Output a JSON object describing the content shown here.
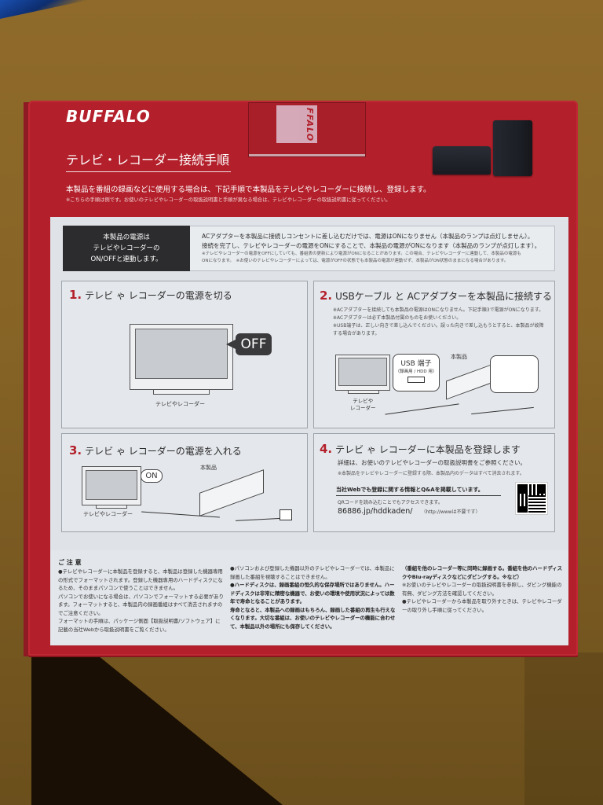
{
  "box": {
    "brand": "BUFFALO",
    "flap_tape_text": "FFALO",
    "title": "テレビ・レコーダー接続手順",
    "lead": "本製品を番組の録画などに使用する場合は、下記手順で本製品をテレビやレコーダーに接続し、登録します。",
    "lead_note": "※こちらの手順は例です。お使いのテレビやレコーダーの取扱説明書と手順が異なる場合は、テレビやレコーダーの取扱説明書に従ってください。"
  },
  "power_info": {
    "label_lines": [
      "本製品の電源は",
      "テレビやレコーダーの",
      "ON/OFFと連動します。"
    ],
    "text_lines": [
      "ACアダプターを本製品に接続しコンセントに差し込むだけでは、電源はONになりません（本製品のランプは点灯しません）。",
      "接続を完了し、テレビやレコーダーの電源をONにすることで、本製品の電源がONになります（本製品のランプが点灯します）。"
    ],
    "note_lines": [
      "※テレビやレコーダーの電源をOFFにしていても、番組表の更新により電源がONになることがあります。この場合、テレビやレコーダーに連動して、本製品の電源も",
      "ONになります。　※お使いのテレビやレコーダーによっては、電源がOFFの状態でも本製品の電源が連動せず、本製品がON状態のままになる場合があります。"
    ]
  },
  "steps": [
    {
      "num": "1.",
      "title": "テレビ ゃ レコーダーの電源を切る",
      "bubble": "OFF",
      "caption": "テレビやレコーダー"
    },
    {
      "num": "2.",
      "title": "USBケーブル と ACアダプターを本製品に接続する",
      "notes": [
        "※ACアダプターを接続しても本製品の電源はONになりません。下記手順3で電源がONになります。",
        "※ACアダプターは必ず本製品付属のものをお使いください。",
        "※USB端子は、正しい向きで差し込んでください。誤った向きで差し込もうとすると、本製品が故障する場合があります。"
      ],
      "usb_label": "USB 端子",
      "usb_sublabel": "（録画用 / HDD 用）",
      "product_label": "本製品",
      "tv_caption_lines": [
        "テレビや",
        "レコーダー"
      ]
    },
    {
      "num": "3.",
      "title": "テレビ ゃ レコーダーの電源を入れる",
      "bubble": "ON",
      "product_label": "本製品",
      "caption": "テレビやレコーダー"
    },
    {
      "num": "4.",
      "title": "テレビ ゃ レコーダーに本製品を登録します",
      "detail": "詳細は、お使いのテレビやレコーダーの取扱説明書をご参照ください。",
      "note": "※本製品をテレビやレコーダーに登録する際、本製品内のデータはすべて消去されます。",
      "web_heading": "当社Webでも登録に関する情報とQ&Aを掲載しています。",
      "qr_note": "QRコードを読み込むことでもアクセスできます。",
      "url": "86886.jp/hddkaden/",
      "url_note": "（http://wwwは不要です）",
      "qr_icon": "qr-code"
    }
  ],
  "caution": {
    "heading": "ご 注 意",
    "col1": [
      "●テレビやレコーダーに本製品を登録すると、本製品は登録した機器専用の形式でフォーマットされます。登録した機器専用のハードディスクになるため、そのままパソコンで使うことはできません。",
      "パソコンでお使いになる場合は、パソコンでフォーマットする必要があります。フォーマットすると、本製品内の録画番組はすべて消去されますのでご注意ください。",
      "フォーマットの手順は、パッケージ側面【取扱説明書/ソフトウェア】に記載の当社Webから取扱説明書をご覧ください。"
    ],
    "col2": [
      "●パソコンおよび登録した機器以外のテレビやレコーダーでは、本製品に録画した番組を視聴することはできません。",
      "●ハードディスクは、録画番組の恒久的な保存場所ではありません。ハードディスクは非常に精密な機器で、お使いの環境や使用状況によっては数年で寿命となることがあります。",
      "寿命となると、本製品への録画はもちろん、録画した番組の再生も行えなくなります。大切な番組は、お使いのテレビやレコーダーの機能に合わせて、本製品以外の場所にも保存してください。"
    ],
    "col3": [
      "（番組を他のレコーダー等に同時に録画する。番組を他のハードディスクやBlu-rayディスクなどにダビングする。※など）",
      "※お使いのテレビやレコーダーの取扱説明書を参照し、ダビング機能の有無、ダビング方法を確認してください。",
      "●テレビやレコーダーから本製品を取り外すときは、テレビやレコーダーの取り外し手順に従ってください。"
    ]
  },
  "colors": {
    "box_red": "#b3202b",
    "panel_gray": "#dfe3e8",
    "dark_label": "#2c2c2e",
    "table_surface": "#8f6a2a"
  }
}
